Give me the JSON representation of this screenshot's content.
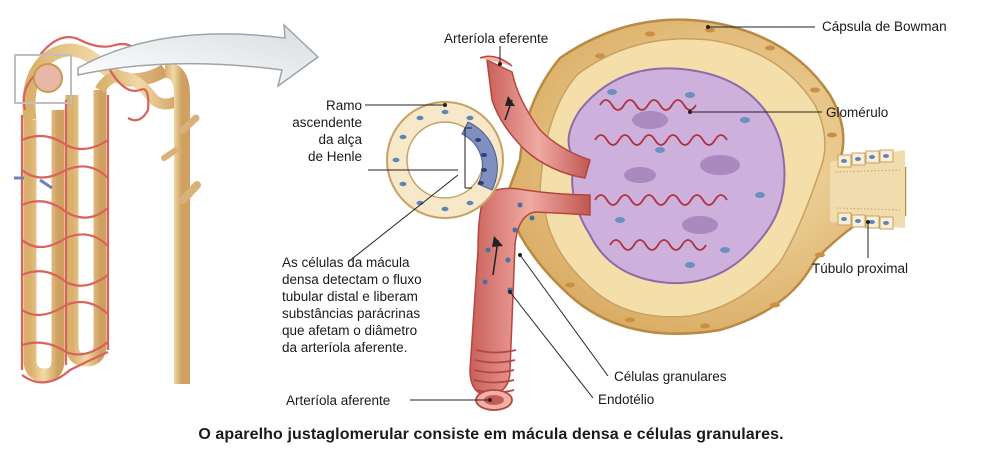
{
  "labels": {
    "arteriola_eferente": "Arteríola eferente",
    "capsula_bowman": "Cápsula de Bowman",
    "ramo_ascendente": [
      "Ramo",
      "ascendente",
      "da alça",
      "de Henle"
    ],
    "glomerulo": "Glomérulo",
    "macula_densa_note": [
      "As células da mácula",
      "densa detectam o fluxo",
      "tubular distal e liberam",
      "substâncias parácrinas",
      "que afetam o diâmetro",
      "da arteríola aferente."
    ],
    "tubulo_proximal": "Túbulo proximal",
    "celulas_granulares": "Células granulares",
    "arteriola_aferente": "Arteríola aferente",
    "endotelio": "Endotélio"
  },
  "caption": "O aparelho justaglomerular consiste em mácula densa e células granulares.",
  "colors": {
    "capsule": "#e9c98a",
    "capsule_dark": "#c99a4f",
    "glomerulus": "#c7a8d6",
    "glomerulus_dark": "#8f6aa8",
    "vessel": "#e89a95",
    "vessel_dark": "#c2554f",
    "tubule_cell": "#f6e8c8",
    "nucleus": "#5d86b6",
    "macula": "#7f8fbf"
  }
}
